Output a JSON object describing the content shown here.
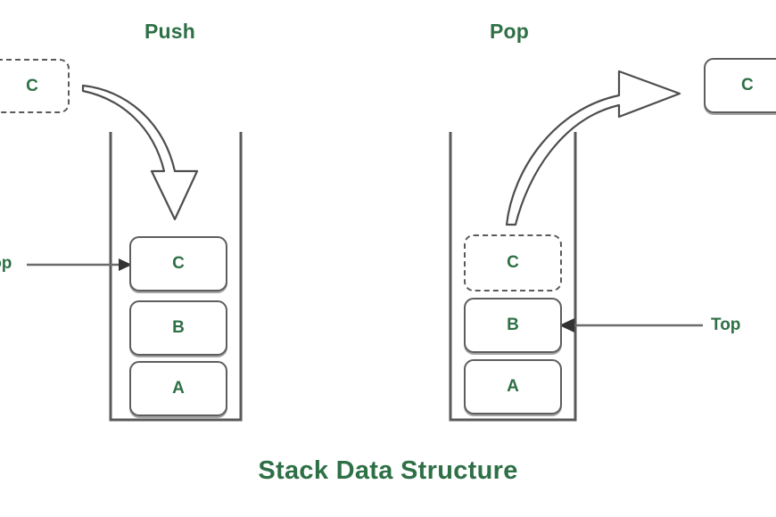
{
  "diagram": {
    "title": "Stack Data Structure",
    "accent_color": "#2E7046",
    "line_color": "#5a5a5a",
    "background": "#ffffff"
  },
  "sections": [
    {
      "id": "push",
      "title": "Push",
      "incoming_element": {
        "label": "C",
        "style": "dashed"
      },
      "arrow": {
        "type": "curved-block-arrow",
        "direction": "down",
        "semantic": "push-arrow"
      },
      "pointer": {
        "label": "Top",
        "truncated_label": "p",
        "points_to": "C",
        "direction": "right"
      },
      "stack": [
        {
          "label": "C",
          "style": "solid"
        },
        {
          "label": "B",
          "style": "solid"
        },
        {
          "label": "A",
          "style": "solid"
        }
      ]
    },
    {
      "id": "pop",
      "title": "Pop",
      "outgoing_element": {
        "label": "C",
        "style": "solid"
      },
      "arrow": {
        "type": "curved-block-arrow",
        "direction": "up-right",
        "semantic": "pop-arrow"
      },
      "pointer": {
        "label": "Top",
        "points_to": "B",
        "direction": "left"
      },
      "stack": [
        {
          "label": "C",
          "style": "dashed"
        },
        {
          "label": "B",
          "style": "solid"
        },
        {
          "label": "A",
          "style": "solid"
        }
      ]
    }
  ]
}
